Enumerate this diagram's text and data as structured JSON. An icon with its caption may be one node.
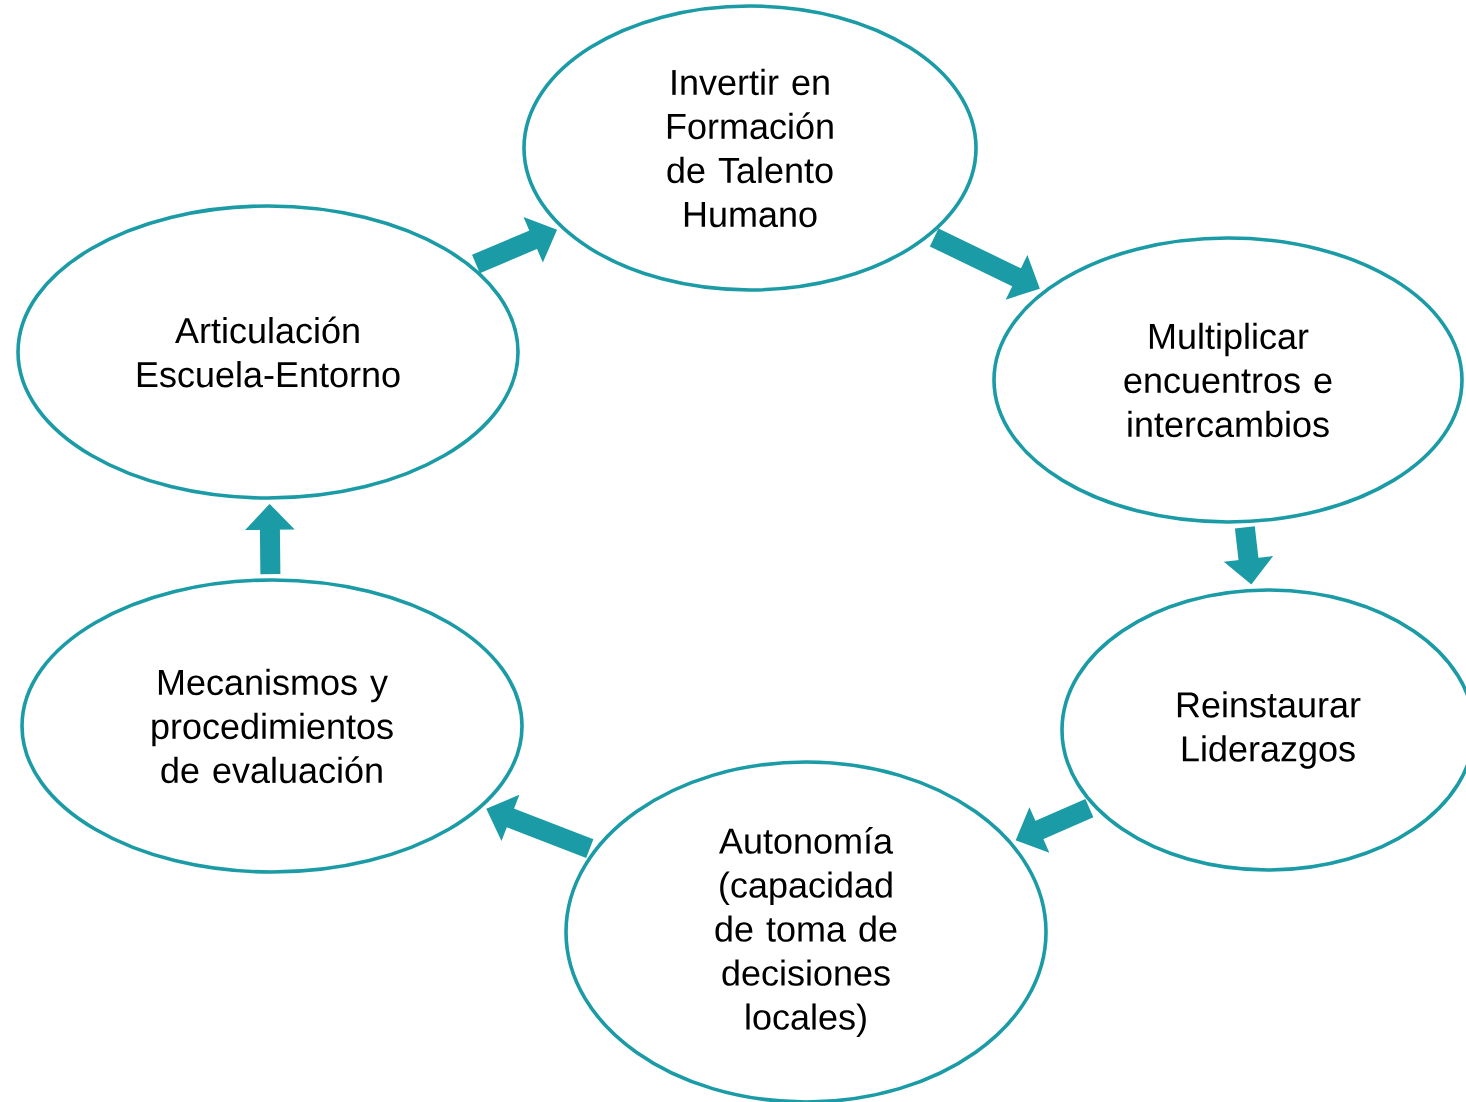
{
  "diagram": {
    "nodes": [
      {
        "text": [
          "Invertir en Formación de Talento Humano"
        ]
      },
      {
        "text": [
          "Multiplicar encuentros e intercambios"
        ]
      },
      {
        "text": [
          "Reinstaurar Liderazgos"
        ]
      },
      {
        "text": [
          "Autonomía (capacidad de toma de decisiones locales)"
        ]
      },
      {
        "text": [
          "Mecanismos y procedimientos de evaluación"
        ]
      },
      {
        "text": [
          "Articulación Escuela-Entorno"
        ]
      }
    ],
    "edges": [
      {
        "from": 0,
        "to": 1,
        "arrow": "to"
      },
      {
        "from": 1,
        "to": 2,
        "arrow": "to"
      },
      {
        "from": 2,
        "to": 3,
        "arrow": "to"
      },
      {
        "from": 3,
        "to": 4,
        "arrow": "to"
      },
      {
        "from": 4,
        "to": 5,
        "arrow": "to"
      },
      {
        "from": 5,
        "to": 0,
        "arrow": "to"
      }
    ]
  }
}
